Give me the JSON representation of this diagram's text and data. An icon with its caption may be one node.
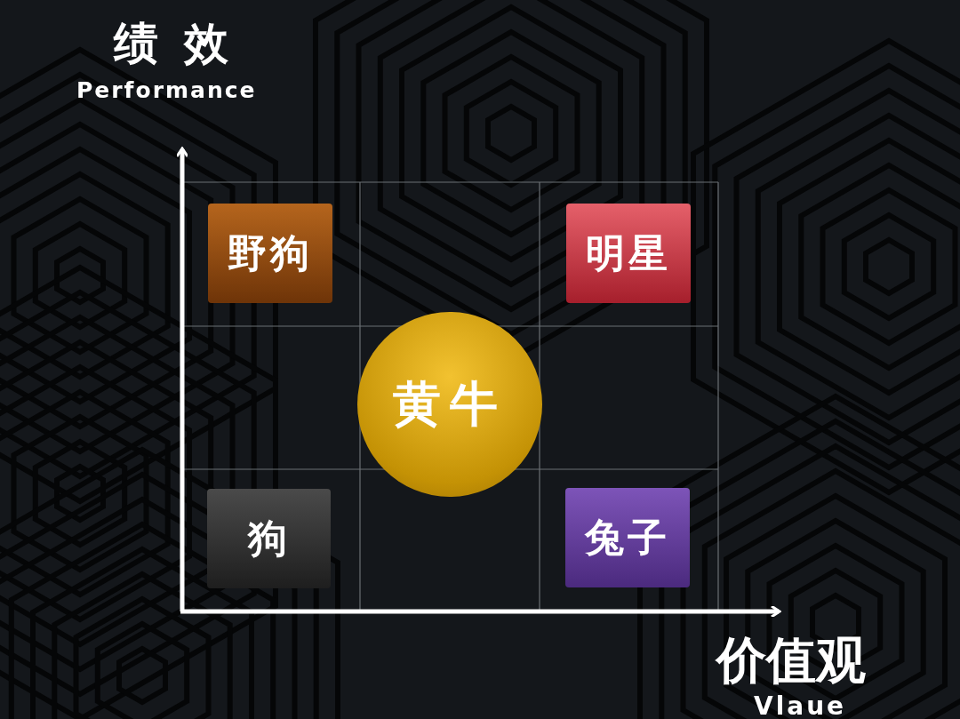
{
  "diagram": {
    "nodes": [
      {
        "text": [
          "野狗"
        ]
      },
      {
        "text": [
          "明星"
        ]
      },
      {
        "text": [
          "黄牛"
        ]
      },
      {
        "text": [
          "狗"
        ]
      },
      {
        "text": [
          "兔子"
        ]
      }
    ],
    "labels": [
      "绩 效",
      "Performance",
      "价值观",
      "Vlaue"
    ]
  }
}
